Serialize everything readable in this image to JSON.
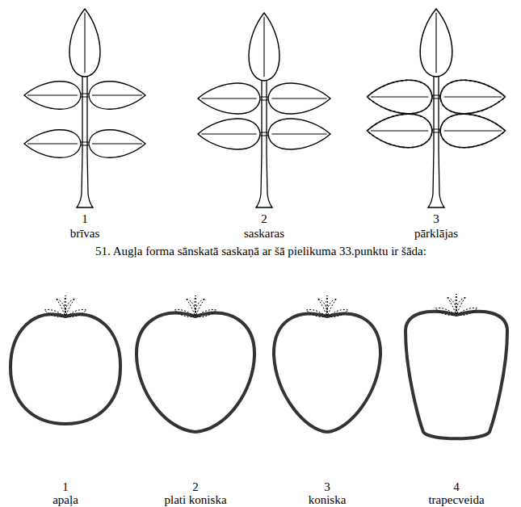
{
  "diagram": {
    "title": "51. Augļa forma sānskatā saskaņā ar šā pielikuma 33.punktu ir šāda:",
    "labels": [
      "1",
      "brīvas",
      "2",
      "saskaras",
      "3",
      "pārklājas",
      "1",
      "apaļa",
      "2",
      "plati koniska",
      "3",
      "koniska",
      "4",
      "trapecveida"
    ]
  }
}
